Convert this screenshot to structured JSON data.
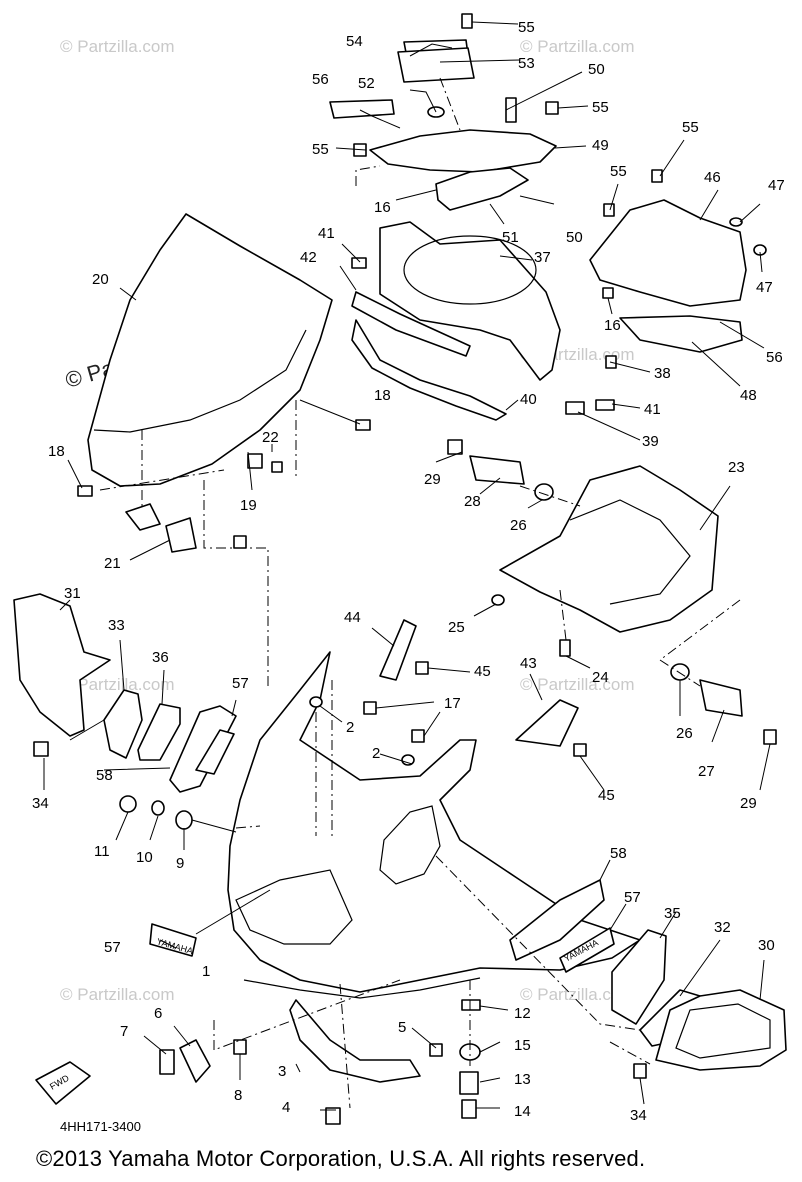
{
  "diagram": {
    "code": "4HH171-3400",
    "copyright": "©2013 Yamaha Motor Corporation, U.S.A. All rights reserved.",
    "watermark": "© Partzilla.com",
    "watermark_main": "© Partzilla.com",
    "fwd_label": "FWD",
    "decal_yamaha": "YAMAHA",
    "part_numbers": [
      "55",
      "54",
      "53",
      "50",
      "56",
      "52",
      "55",
      "55",
      "49",
      "16",
      "50",
      "51",
      "55",
      "46",
      "47",
      "55",
      "47",
      "41",
      "42",
      "37",
      "16",
      "56",
      "20",
      "38",
      "48",
      "18",
      "41",
      "40",
      "39",
      "22",
      "18",
      "19",
      "29",
      "28",
      "23",
      "26",
      "21",
      "25",
      "31",
      "44",
      "24",
      "33",
      "36",
      "45",
      "57",
      "17",
      "43",
      "2",
      "2",
      "26",
      "58",
      "34",
      "27",
      "45",
      "29",
      "11",
      "10",
      "9",
      "58",
      "57",
      "57",
      "35",
      "32",
      "30",
      "1",
      "12",
      "5",
      "15",
      "7",
      "6",
      "3",
      "13",
      "8",
      "4",
      "14",
      "34"
    ]
  },
  "colors": {
    "ink": "#000000",
    "watermark": "#c9c9c9",
    "background": "#ffffff"
  }
}
